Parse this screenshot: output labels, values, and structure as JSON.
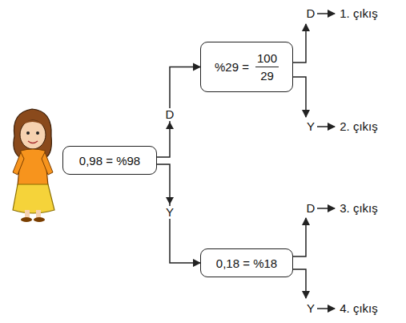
{
  "diagram": {
    "nodes": [
      {
        "text": [
          "0,98 = %98"
        ]
      },
      {
        "text": [
          "%29 =",
          "100",
          "29"
        ]
      },
      {
        "text": [
          "0,18 = %18"
        ]
      }
    ],
    "edges": [
      {
        "from": 0,
        "to": 1,
        "arrow": "to",
        "label": "D"
      },
      {
        "from": 0,
        "to": 2,
        "arrow": "to",
        "label": "Y"
      }
    ],
    "labels": [
      "D",
      "1. çıkış",
      "Y",
      "2. çıkış",
      "D",
      "3. çıkış",
      "Y",
      "4. çıkış"
    ]
  }
}
